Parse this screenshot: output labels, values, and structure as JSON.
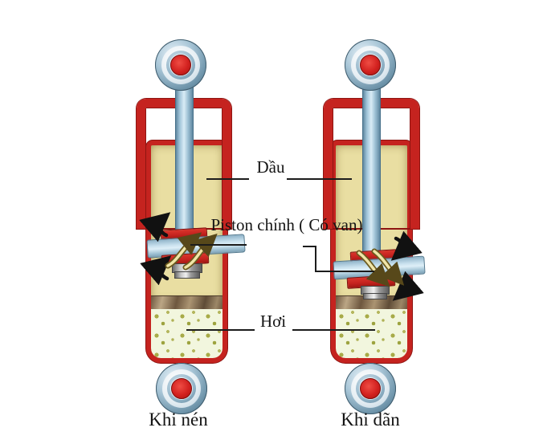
{
  "figure": {
    "annotations": {
      "oil_label": "Dầu",
      "piston_label": "Piston chính ( Có van)",
      "gas_label": "Hơi"
    },
    "captions": {
      "compression": "Khi nén",
      "extension": "Khi dãn"
    },
    "colors": {
      "housing_red": "#c5231f",
      "oil_yellow": "#e9dea2",
      "gas_green": "#f2f6de",
      "gas_dot_olive": "#a8ab48",
      "rod_steel_blue": "#9fc3d8",
      "floating_piston_brown": "#8d7354",
      "eyelet_hub_red": "#d2211f",
      "background": "#ffffff"
    }
  }
}
